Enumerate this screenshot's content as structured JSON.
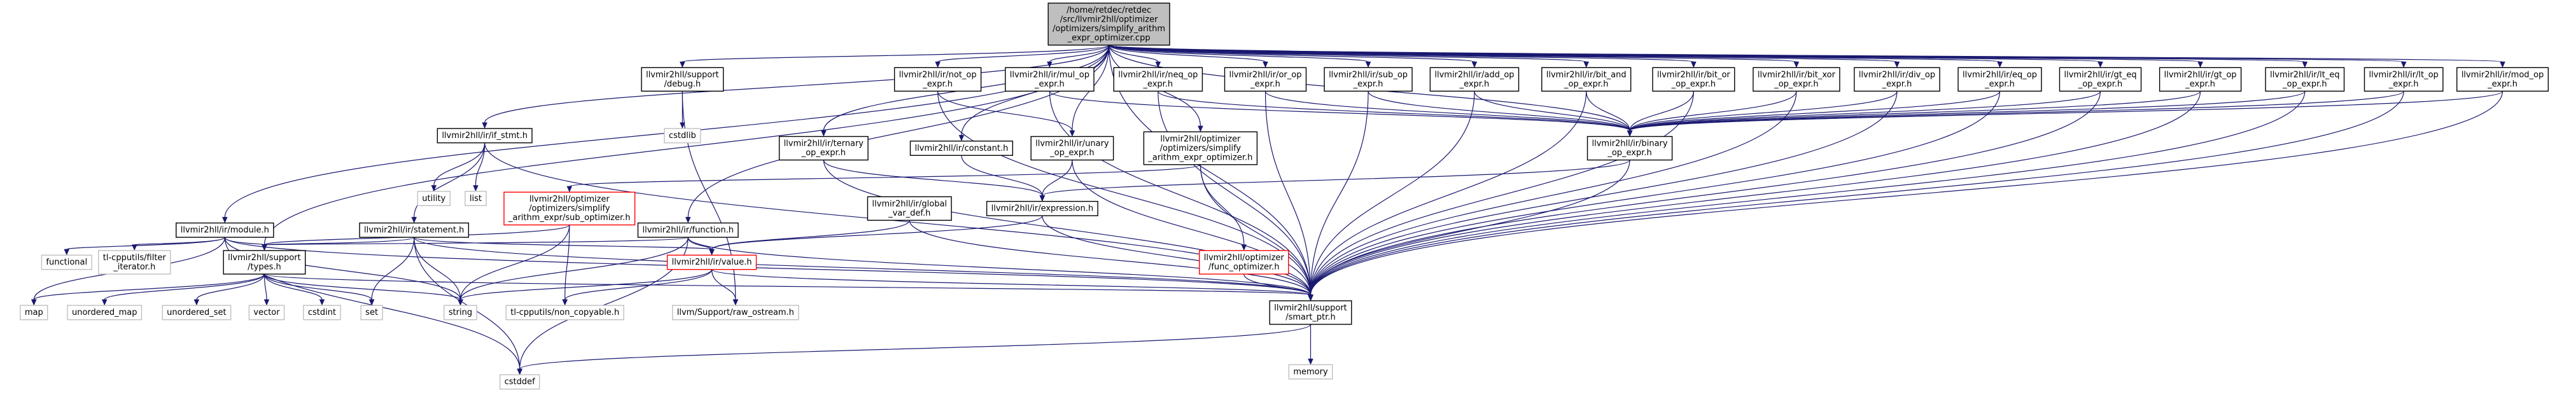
{
  "colors": {
    "edge": "#191970",
    "node_border": "#000000",
    "root_fill": "#bfbfbf",
    "missing_border": "#ff0000",
    "text": "#000000"
  },
  "nodes": [
    {
      "id": "root",
      "lines": [
        "/home/retdec/retdec",
        "/src/llvmir2hll/optimizer",
        "/optimizers/simplify_arithm",
        "_expr_optimizer.cpp"
      ],
      "style": "root"
    },
    {
      "id": "module",
      "lines": [
        "llvmir2hll/ir/module.h"
      ],
      "style": "normal"
    },
    {
      "id": "support_debug",
      "lines": [
        "llvmir2hll/support",
        "/debug.h"
      ],
      "style": "normal"
    },
    {
      "id": "if_stmt",
      "lines": [
        "llvmir2hll/ir/if_stmt.h"
      ],
      "style": "normal"
    },
    {
      "id": "function",
      "lines": [
        "llvmir2hll/ir/function.h"
      ],
      "style": "normal"
    },
    {
      "id": "ternary",
      "lines": [
        "llvmir2hll/ir/ternary",
        "_op_expr.h"
      ],
      "style": "normal"
    },
    {
      "id": "not_op",
      "lines": [
        "llvmir2hll/ir/not_op",
        "_expr.h"
      ],
      "style": "normal"
    },
    {
      "id": "mul_op",
      "lines": [
        "llvmir2hll/ir/mul_op",
        "_expr.h"
      ],
      "style": "normal"
    },
    {
      "id": "neq_op",
      "lines": [
        "llvmir2hll/ir/neq_op",
        "_expr.h"
      ],
      "style": "normal"
    },
    {
      "id": "or_op",
      "lines": [
        "llvmir2hll/ir/or_op",
        "_expr.h"
      ],
      "style": "normal"
    },
    {
      "id": "sub_op",
      "lines": [
        "llvmir2hll/ir/sub_op",
        "_expr.h"
      ],
      "style": "normal"
    },
    {
      "id": "add_op",
      "lines": [
        "llvmir2hll/ir/add_op",
        "_expr.h"
      ],
      "style": "normal"
    },
    {
      "id": "bit_and",
      "lines": [
        "llvmir2hll/ir/bit_and",
        "_op_expr.h"
      ],
      "style": "normal"
    },
    {
      "id": "bit_or",
      "lines": [
        "llvmir2hll/ir/bit_or",
        "_op_expr.h"
      ],
      "style": "normal"
    },
    {
      "id": "bit_xor",
      "lines": [
        "llvmir2hll/ir/bit_xor",
        "_op_expr.h"
      ],
      "style": "normal"
    },
    {
      "id": "div_op",
      "lines": [
        "llvmir2hll/ir/div_op",
        "_expr.h"
      ],
      "style": "normal"
    },
    {
      "id": "eq_op",
      "lines": [
        "llvmir2hll/ir/eq_op",
        "_expr.h"
      ],
      "style": "normal"
    },
    {
      "id": "gt_eq",
      "lines": [
        "llvmir2hll/ir/gt_eq",
        "_op_expr.h"
      ],
      "style": "normal"
    },
    {
      "id": "gt_op",
      "lines": [
        "llvmir2hll/ir/gt_op",
        "_expr.h"
      ],
      "style": "normal"
    },
    {
      "id": "lt_eq",
      "lines": [
        "llvmir2hll/ir/lt_eq",
        "_op_expr.h"
      ],
      "style": "normal"
    },
    {
      "id": "lt_op",
      "lines": [
        "llvmir2hll/ir/lt_op",
        "_expr.h"
      ],
      "style": "normal"
    },
    {
      "id": "mod_op",
      "lines": [
        "llvmir2hll/ir/mod_op",
        "_expr.h"
      ],
      "style": "normal"
    },
    {
      "id": "constant",
      "lines": [
        "llvmir2hll/ir/constant.h"
      ],
      "style": "normal"
    },
    {
      "id": "unary",
      "lines": [
        "llvmir2hll/ir/unary",
        "_op_expr.h"
      ],
      "style": "normal"
    },
    {
      "id": "simplify_opt",
      "lines": [
        "llvmir2hll/optimizer",
        "/optimizers/simplify",
        "_arithm_expr_optimizer.h"
      ],
      "style": "normal"
    },
    {
      "id": "binary",
      "lines": [
        "llvmir2hll/ir/binary",
        "_op_expr.h"
      ],
      "style": "normal"
    },
    {
      "id": "cstdlib",
      "lines": [
        "cstdlib"
      ],
      "style": "plain"
    },
    {
      "id": "utility",
      "lines": [
        "utility"
      ],
      "style": "plain"
    },
    {
      "id": "list",
      "lines": [
        "list"
      ],
      "style": "plain"
    },
    {
      "id": "statement",
      "lines": [
        "llvmir2hll/ir/statement.h"
      ],
      "style": "normal"
    },
    {
      "id": "sub_optimizer",
      "lines": [
        "llvmir2hll/optimizer",
        "/optimizers/simplify",
        "_arithm_expr/sub_optimizer.h"
      ],
      "style": "missing"
    },
    {
      "id": "global_var",
      "lines": [
        "llvmir2hll/ir/global",
        "_var_def.h"
      ],
      "style": "normal"
    },
    {
      "id": "expression",
      "lines": [
        "llvmir2hll/ir/expression.h"
      ],
      "style": "normal"
    },
    {
      "id": "functional",
      "lines": [
        "functional"
      ],
      "style": "plain"
    },
    {
      "id": "filter_iter",
      "lines": [
        "tl-cpputils/filter",
        "_iterator.h"
      ],
      "style": "plain"
    },
    {
      "id": "types",
      "lines": [
        "llvmir2hll/support",
        "/types.h"
      ],
      "style": "normal"
    },
    {
      "id": "value",
      "lines": [
        "llvmir2hll/ir/value.h"
      ],
      "style": "missing"
    },
    {
      "id": "func_optimizer",
      "lines": [
        "llvmir2hll/optimizer",
        "/func_optimizer.h"
      ],
      "style": "missing"
    },
    {
      "id": "map",
      "lines": [
        "map"
      ],
      "style": "plain"
    },
    {
      "id": "unordered_map",
      "lines": [
        "unordered_map"
      ],
      "style": "plain"
    },
    {
      "id": "unordered_set",
      "lines": [
        "unordered_set"
      ],
      "style": "plain"
    },
    {
      "id": "vector",
      "lines": [
        "vector"
      ],
      "style": "plain"
    },
    {
      "id": "cstdint",
      "lines": [
        "cstdint"
      ],
      "style": "plain"
    },
    {
      "id": "set",
      "lines": [
        "set"
      ],
      "style": "plain"
    },
    {
      "id": "string",
      "lines": [
        "string"
      ],
      "style": "plain"
    },
    {
      "id": "non_copyable",
      "lines": [
        "tl-cpputils/non_copyable.h"
      ],
      "style": "plain"
    },
    {
      "id": "raw_ostream",
      "lines": [
        "llvm/Support/raw_ostream.h"
      ],
      "style": "plain"
    },
    {
      "id": "smart_ptr",
      "lines": [
        "llvmir2hll/support",
        "/smart_ptr.h"
      ],
      "style": "normal"
    },
    {
      "id": "cstddef",
      "lines": [
        "cstddef"
      ],
      "style": "plain"
    },
    {
      "id": "memory",
      "lines": [
        "memory"
      ],
      "style": "plain"
    }
  ],
  "edges": [
    [
      "root",
      "module"
    ],
    [
      "root",
      "support_debug"
    ],
    [
      "root",
      "if_stmt"
    ],
    [
      "root",
      "function"
    ],
    [
      "root",
      "ternary"
    ],
    [
      "root",
      "not_op"
    ],
    [
      "root",
      "mul_op"
    ],
    [
      "root",
      "neq_op"
    ],
    [
      "root",
      "or_op"
    ],
    [
      "root",
      "sub_op"
    ],
    [
      "root",
      "add_op"
    ],
    [
      "root",
      "bit_and"
    ],
    [
      "root",
      "bit_or"
    ],
    [
      "root",
      "bit_xor"
    ],
    [
      "root",
      "div_op"
    ],
    [
      "root",
      "eq_op"
    ],
    [
      "root",
      "gt_eq"
    ],
    [
      "root",
      "gt_op"
    ],
    [
      "root",
      "lt_eq"
    ],
    [
      "root",
      "lt_op"
    ],
    [
      "root",
      "mod_op"
    ],
    [
      "root",
      "constant"
    ],
    [
      "root",
      "unary"
    ],
    [
      "root",
      "simplify_opt"
    ],
    [
      "root",
      "binary"
    ],
    [
      "root",
      "types"
    ],
    [
      "root",
      "smart_ptr"
    ],
    [
      "module",
      "functional"
    ],
    [
      "module",
      "filter_iter"
    ],
    [
      "module",
      "types"
    ],
    [
      "module",
      "map"
    ],
    [
      "module",
      "string"
    ],
    [
      "module",
      "smart_ptr"
    ],
    [
      "module",
      "cstddef"
    ],
    [
      "support_debug",
      "cstdlib"
    ],
    [
      "support_debug",
      "raw_ostream"
    ],
    [
      "if_stmt",
      "utility"
    ],
    [
      "if_stmt",
      "list"
    ],
    [
      "if_stmt",
      "statement"
    ],
    [
      "if_stmt",
      "smart_ptr"
    ],
    [
      "statement",
      "types"
    ],
    [
      "statement",
      "set"
    ],
    [
      "statement",
      "string"
    ],
    [
      "statement",
      "value"
    ],
    [
      "statement",
      "smart_ptr"
    ],
    [
      "statement",
      "cstddef"
    ],
    [
      "function",
      "types"
    ],
    [
      "function",
      "string"
    ],
    [
      "function",
      "value"
    ],
    [
      "function",
      "smart_ptr"
    ],
    [
      "function",
      "cstddef"
    ],
    [
      "ternary",
      "expression"
    ],
    [
      "ternary",
      "smart_ptr"
    ],
    [
      "not_op",
      "unary"
    ],
    [
      "not_op",
      "smart_ptr"
    ],
    [
      "mul_op",
      "binary"
    ],
    [
      "mul_op",
      "smart_ptr"
    ],
    [
      "neq_op",
      "binary"
    ],
    [
      "neq_op",
      "smart_ptr"
    ],
    [
      "or_op",
      "binary"
    ],
    [
      "or_op",
      "smart_ptr"
    ],
    [
      "sub_op",
      "binary"
    ],
    [
      "sub_op",
      "smart_ptr"
    ],
    [
      "add_op",
      "binary"
    ],
    [
      "add_op",
      "smart_ptr"
    ],
    [
      "bit_and",
      "binary"
    ],
    [
      "bit_and",
      "smart_ptr"
    ],
    [
      "bit_or",
      "binary"
    ],
    [
      "bit_or",
      "smart_ptr"
    ],
    [
      "bit_xor",
      "binary"
    ],
    [
      "bit_xor",
      "smart_ptr"
    ],
    [
      "div_op",
      "binary"
    ],
    [
      "div_op",
      "smart_ptr"
    ],
    [
      "eq_op",
      "binary"
    ],
    [
      "eq_op",
      "smart_ptr"
    ],
    [
      "gt_eq",
      "binary"
    ],
    [
      "gt_eq",
      "smart_ptr"
    ],
    [
      "gt_op",
      "binary"
    ],
    [
      "gt_op",
      "smart_ptr"
    ],
    [
      "lt_eq",
      "binary"
    ],
    [
      "lt_eq",
      "smart_ptr"
    ],
    [
      "lt_op",
      "binary"
    ],
    [
      "lt_op",
      "smart_ptr"
    ],
    [
      "mod_op",
      "binary"
    ],
    [
      "mod_op",
      "smart_ptr"
    ],
    [
      "constant",
      "expression"
    ],
    [
      "unary",
      "expression"
    ],
    [
      "unary",
      "smart_ptr"
    ],
    [
      "binary",
      "expression"
    ],
    [
      "binary",
      "smart_ptr"
    ],
    [
      "simplify_opt",
      "sub_optimizer"
    ],
    [
      "simplify_opt",
      "func_optimizer"
    ],
    [
      "simplify_opt",
      "smart_ptr"
    ],
    [
      "sub_optimizer",
      "types"
    ],
    [
      "sub_optimizer",
      "string"
    ],
    [
      "sub_optimizer",
      "non_copyable"
    ],
    [
      "global_var",
      "value"
    ],
    [
      "global_var",
      "smart_ptr"
    ],
    [
      "expression",
      "value"
    ],
    [
      "expression",
      "smart_ptr"
    ],
    [
      "types",
      "map"
    ],
    [
      "types",
      "unordered_map"
    ],
    [
      "types",
      "unordered_set"
    ],
    [
      "types",
      "vector"
    ],
    [
      "types",
      "cstdint"
    ],
    [
      "types",
      "set"
    ],
    [
      "types",
      "string"
    ],
    [
      "types",
      "smart_ptr"
    ],
    [
      "value",
      "string"
    ],
    [
      "value",
      "non_copyable"
    ],
    [
      "value",
      "raw_ostream"
    ],
    [
      "value",
      "smart_ptr"
    ],
    [
      "func_optimizer",
      "smart_ptr"
    ],
    [
      "smart_ptr",
      "cstddef"
    ],
    [
      "smart_ptr",
      "memory"
    ]
  ]
}
